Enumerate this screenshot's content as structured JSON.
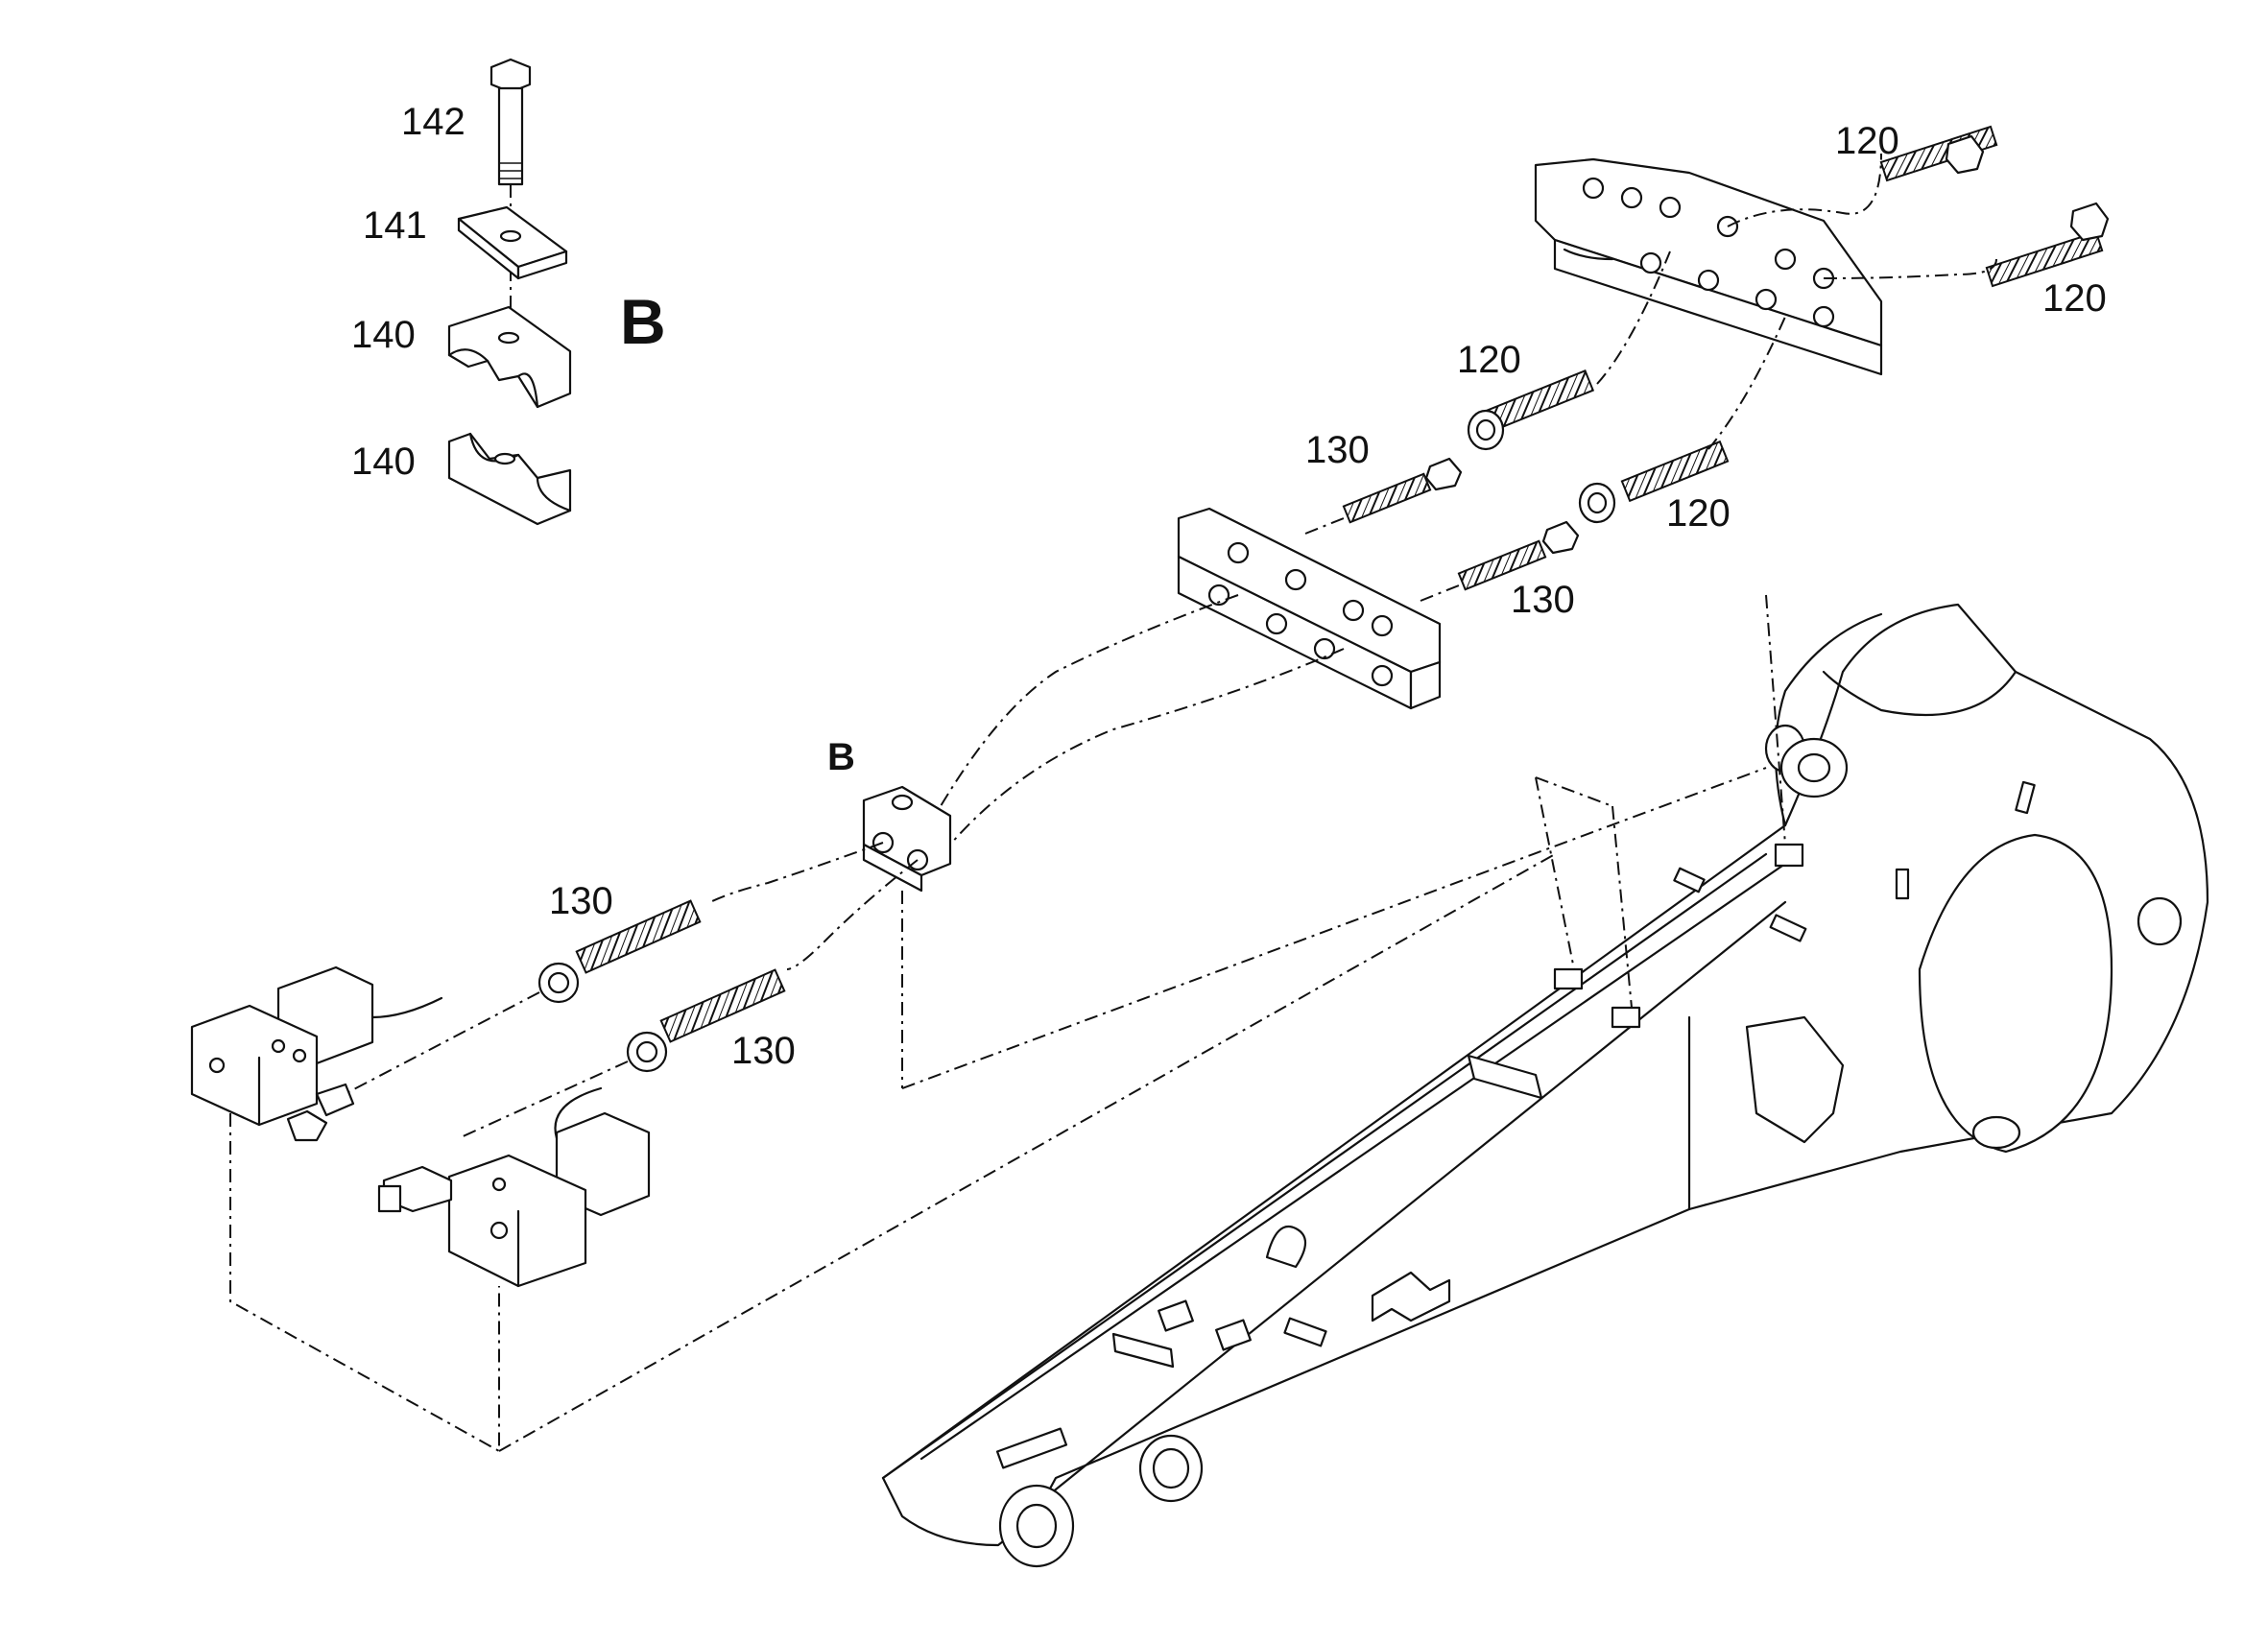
{
  "labels": {
    "callout_142": "142",
    "callout_141": "141",
    "callout_140_upper": "140",
    "callout_140_lower": "140",
    "detail_B_title": "B",
    "detail_B_ref": "B",
    "callout_120_top": "120",
    "callout_120_right": "120",
    "callout_120_mid": "120",
    "callout_120_lower": "120",
    "callout_130_upper": "130",
    "callout_130_mid": "130",
    "callout_130_left_upper": "130",
    "callout_130_left_lower": "130"
  }
}
